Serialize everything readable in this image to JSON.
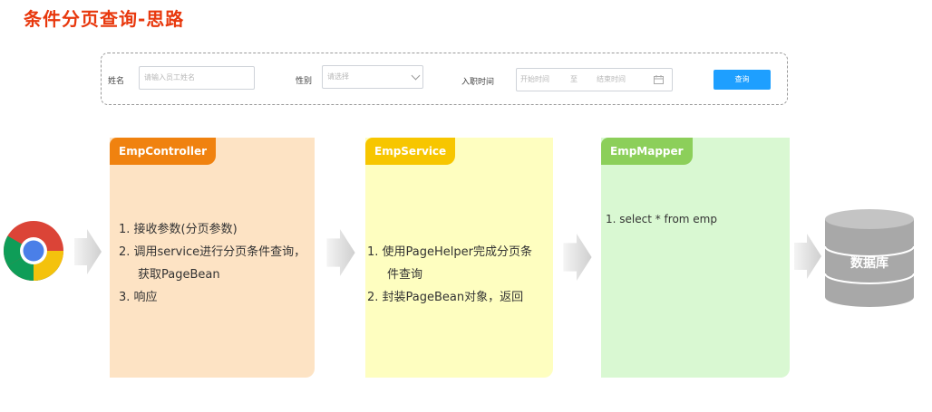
{
  "title": "条件分页查询-思路",
  "form": {
    "name_label": "姓名",
    "name_placeholder": "请输入员工姓名",
    "gender_label": "性别",
    "gender_placeholder": "请选择",
    "date_label": "入职时间",
    "date_start_placeholder": "开始时间",
    "date_separator": "至",
    "date_end_placeholder": "结束时间",
    "query_button": "查询"
  },
  "panels": {
    "controller": {
      "name": "EmpController",
      "tag_color": "#f0820f",
      "bg_color": "#fde3c4",
      "steps": [
        "1.  接收参数(分页参数)",
        "2.  调用service进行分页条件查询，",
        "获取PageBean",
        "3.  响应"
      ]
    },
    "service": {
      "name": "EmpService",
      "tag_color": "#f7c600",
      "bg_color": "#fefec0",
      "steps": [
        "1.  使用PageHelper完成分页条",
        "件查询",
        "2.  封装PageBean对象，返回"
      ]
    },
    "mapper": {
      "name": "EmpMapper",
      "tag_color": "#8ccf5a",
      "bg_color": "#d9f8d2",
      "steps": [
        "1.  select * from emp"
      ]
    }
  },
  "database": {
    "label": "数据库"
  },
  "icons": {
    "browser": "chrome-icon",
    "flow": "arrow-right-icon",
    "db": "database-icon",
    "calendar": "calendar-icon"
  }
}
